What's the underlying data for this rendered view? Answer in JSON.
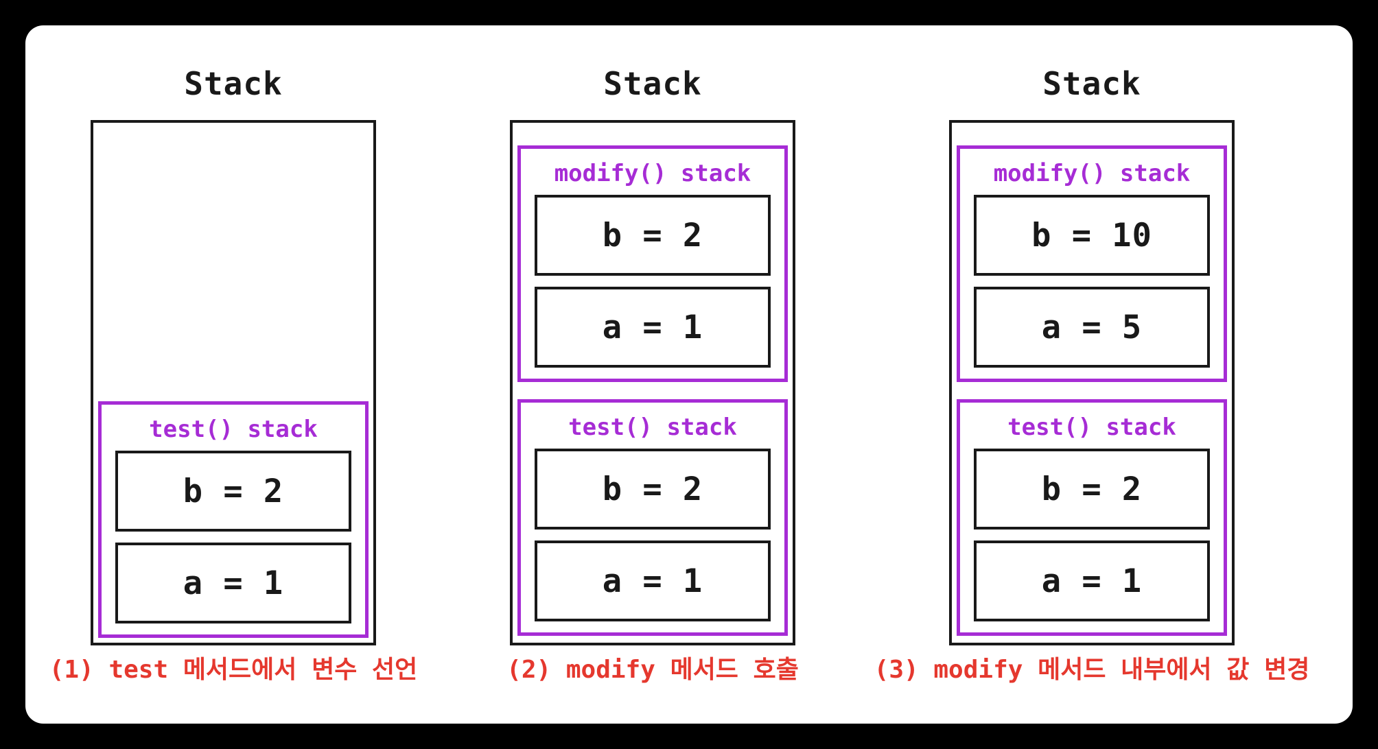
{
  "colors": {
    "page_bg": "#000000",
    "card_bg": "#ffffff",
    "ink": "#191919",
    "purple": "#a62cd5",
    "red": "#e5382e"
  },
  "columns": [
    {
      "title": "Stack",
      "frames": [
        {
          "label": "test() stack",
          "entries": [
            "b = 2",
            "a = 1"
          ]
        }
      ],
      "caption": "(1) test 메서드에서 변수 선언"
    },
    {
      "title": "Stack",
      "frames": [
        {
          "label": "modify() stack",
          "entries": [
            "b = 2",
            "a = 1"
          ]
        },
        {
          "label": "test() stack",
          "entries": [
            "b = 2",
            "a = 1"
          ]
        }
      ],
      "caption": "(2) modify 메서드 호출"
    },
    {
      "title": "Stack",
      "frames": [
        {
          "label": "modify() stack",
          "entries": [
            "b = 10",
            "a = 5"
          ]
        },
        {
          "label": "test() stack",
          "entries": [
            "b = 2",
            "a = 1"
          ]
        }
      ],
      "caption": "(3) modify 메서드 내부에서 값 변경"
    }
  ]
}
